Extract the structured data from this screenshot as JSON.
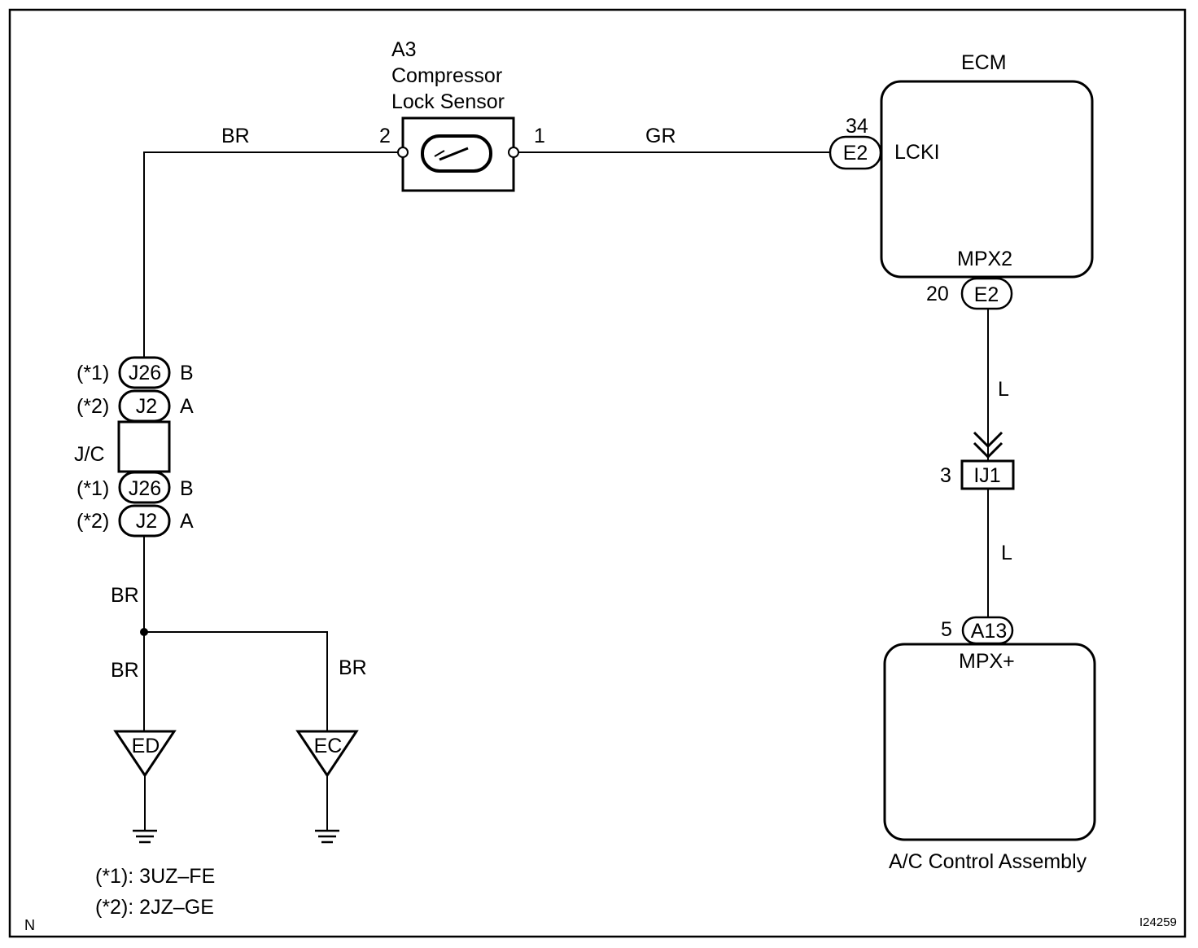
{
  "sensor": {
    "ref": "A3",
    "name_line1": "Compressor",
    "name_line2": "Lock Sensor",
    "pin_left": "2",
    "pin_right": "1"
  },
  "ecm": {
    "title": "ECM",
    "lcki_pin": "34",
    "lcki_connector": "E2",
    "lcki_label": "LCKI",
    "mpx2_label": "MPX2",
    "mpx2_pin": "20",
    "mpx2_connector": "E2"
  },
  "ac_control": {
    "pin": "5",
    "connector": "A13",
    "terminal_label": "MPX+",
    "caption": "A/C Control Assembly"
  },
  "junction_ij1": {
    "pin": "3",
    "label": "IJ1"
  },
  "wires": {
    "top_left": "BR",
    "top_right": "GR",
    "ecm_down": "L",
    "ac_up": "L",
    "jc_down": "BR",
    "ground_ed": "BR",
    "ground_ec": "BR"
  },
  "junction_connector": {
    "label": "J/C",
    "rows": [
      {
        "note": "(*1)",
        "connector": "J26",
        "pin": "B"
      },
      {
        "note": "(*2)",
        "connector": "J2",
        "pin": "A"
      },
      {
        "note": "(*1)",
        "connector": "J26",
        "pin": "B"
      },
      {
        "note": "(*2)",
        "connector": "J2",
        "pin": "A"
      }
    ]
  },
  "grounds": {
    "left": "ED",
    "right": "EC"
  },
  "footnotes": {
    "note1": "(*1): 3UZ–FE",
    "note2": "(*2): 2JZ–GE"
  },
  "corner_letter": "N",
  "figure_code": "I24259"
}
